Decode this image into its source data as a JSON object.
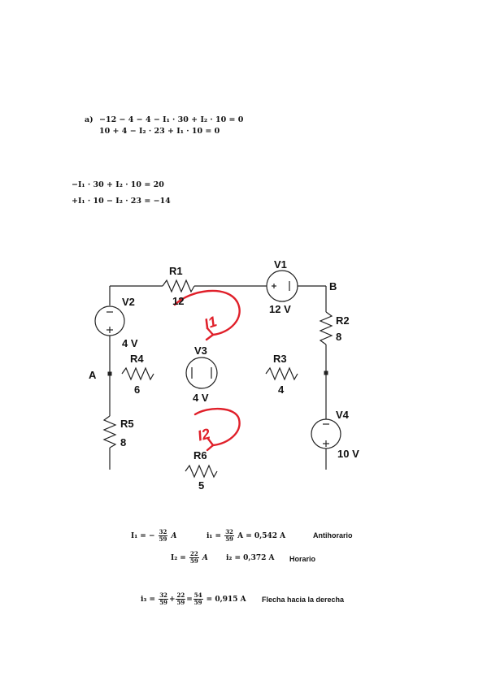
{
  "part_label": "a)",
  "system1": {
    "eq1": "−12 − 4 − 4 − I₁ · 30 + I₂ · 10 = 0",
    "eq2": "10 + 4 − I₂ · 23 + I₁ · 10 = 0"
  },
  "system2": {
    "eq1": "−I₁ · 30 + I₂ · 10 = 20",
    "eq2": "+I₁ · 10 − I₂ · 23 = −14"
  },
  "circuit": {
    "node_a": "A",
    "node_b": "B",
    "components": [
      {
        "id": "R1",
        "value": "12"
      },
      {
        "id": "V1",
        "value": "12 V"
      },
      {
        "id": "V2",
        "value": "4 V"
      },
      {
        "id": "R2",
        "value": "8"
      },
      {
        "id": "R4",
        "value": "6"
      },
      {
        "id": "V3",
        "value": "4 V"
      },
      {
        "id": "R3",
        "value": "4"
      },
      {
        "id": "R5",
        "value": "8"
      },
      {
        "id": "V4",
        "value": "10 V"
      },
      {
        "id": "R6",
        "value": "5"
      }
    ],
    "mesh_labels": [
      "I1",
      "I2"
    ],
    "colors": {
      "wire": "#222222",
      "annotation": "#e0202a"
    }
  },
  "results": {
    "r1": {
      "lhs": "I₁ = −",
      "num": "32",
      "den": "59",
      "unit": "A"
    },
    "r1b": {
      "lhs": "i₁ =",
      "num": "32",
      "den": "59",
      "rest": "A = 0,542 A",
      "note": "Antihorario"
    },
    "r2": {
      "lhs": "I₂ =",
      "num": "22",
      "den": "59",
      "unit": "A"
    },
    "r2b": {
      "text": "i₂ = 0,372 A",
      "note": "Horario"
    },
    "r3": {
      "lhs": "i₃ =",
      "f1n": "32",
      "f1d": "59",
      "plus": "+",
      "f2n": "22",
      "f2d": "59",
      "eq": "=",
      "f3n": "54",
      "f3d": "59",
      "rest": "= 0,915 A",
      "note": "Flecha hacia la derecha"
    }
  }
}
